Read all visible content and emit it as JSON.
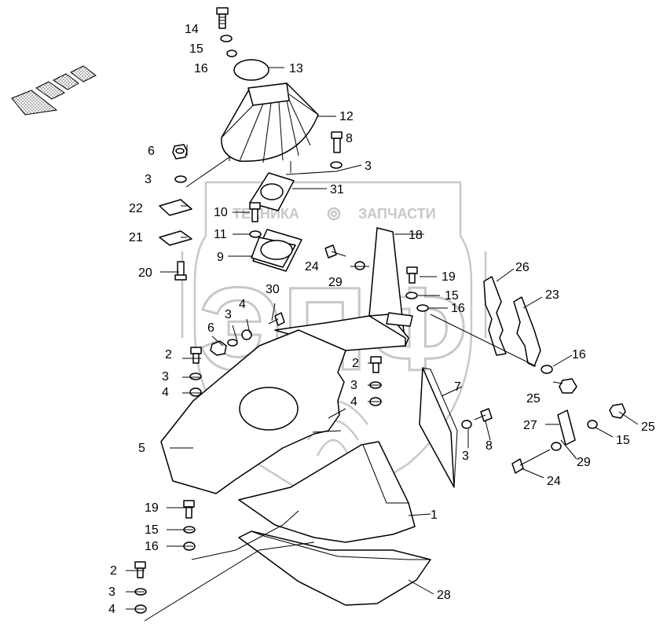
{
  "watermark": {
    "brand_left": "ТЕХНИКА",
    "brand_right": "ЗАПЧАСТИ",
    "logo_letters": "ЭПФ"
  },
  "callouts": [
    "1",
    "2",
    "3",
    "4",
    "5",
    "6",
    "7",
    "8",
    "9",
    "10",
    "11",
    "12",
    "13",
    "14",
    "15",
    "16",
    "18",
    "19",
    "20",
    "21",
    "22",
    "23",
    "24",
    "25",
    "26",
    "27",
    "28",
    "29",
    "30",
    "31"
  ],
  "direction_arrow": "travel-direction-arrow-icon"
}
